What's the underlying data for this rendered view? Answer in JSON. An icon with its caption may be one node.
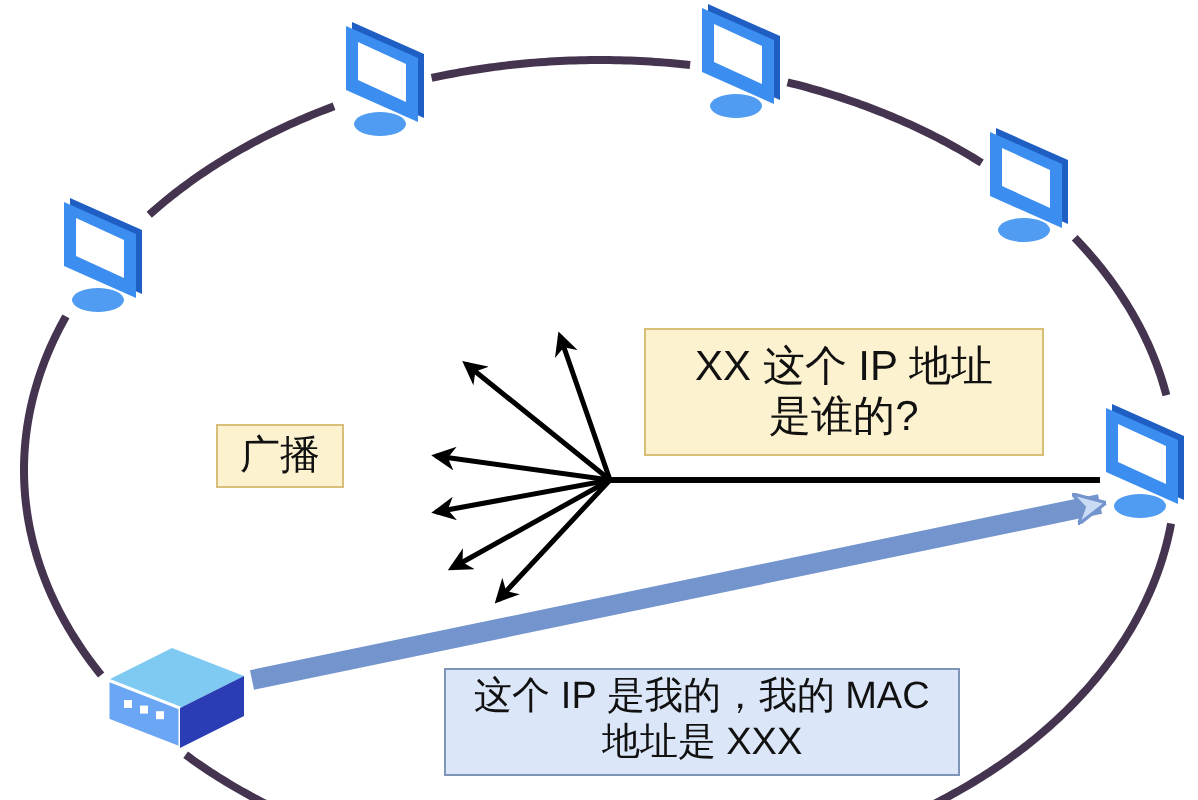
{
  "diagram": {
    "nodes": [
      {
        "text": [],
        "shape": "picture"
      },
      {
        "text": [],
        "shape": "picture"
      },
      {
        "text": [],
        "shape": "picture"
      },
      {
        "text": [],
        "shape": "picture"
      },
      {
        "text": [],
        "shape": "picture"
      },
      {
        "text": [],
        "shape": "picture"
      },
      {
        "text": [
          "广播"
        ]
      },
      {
        "text": [
          "XX 这个 IP 地址是谁的?"
        ]
      },
      {
        "text": [
          "这个 IP 是我的，我的 MAC 地址是 XXX"
        ]
      }
    ],
    "edges": [
      {
        "from": 0,
        "to": 1,
        "arrow": "none",
        "color": "#45344f"
      },
      {
        "from": 1,
        "to": 2,
        "arrow": "none",
        "color": "#45344f"
      },
      {
        "from": 2,
        "to": 3,
        "arrow": "none",
        "color": "#45344f"
      },
      {
        "from": 3,
        "to": 4,
        "arrow": "none",
        "color": "#45344f"
      },
      {
        "from": 4,
        "to": 5,
        "arrow": "none",
        "color": "#45344f"
      },
      {
        "from": 5,
        "to": 0,
        "arrow": "none",
        "color": "#45344f"
      },
      {
        "from": 4,
        "to": null,
        "arrow": "to"
      },
      {
        "from": 4,
        "to": null,
        "arrow": "to"
      },
      {
        "from": 4,
        "to": null,
        "arrow": "to"
      },
      {
        "from": 4,
        "to": null,
        "arrow": "to"
      },
      {
        "from": 4,
        "to": null,
        "arrow": "to"
      },
      {
        "from": 4,
        "to": null,
        "arrow": "to"
      },
      {
        "from": 5,
        "to": 4,
        "arrow": "to",
        "style": "thick",
        "color": "#7394cc"
      }
    ]
  }
}
